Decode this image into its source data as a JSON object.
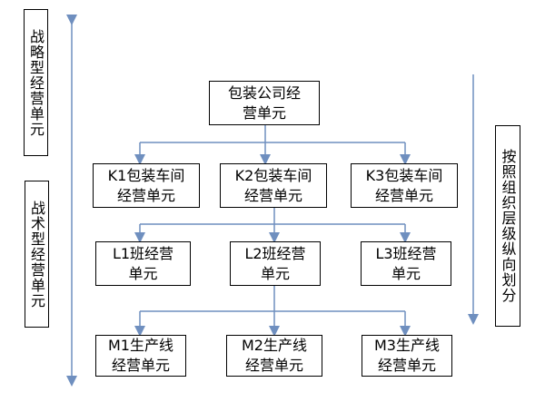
{
  "left_labels": {
    "strategic": "战略型经营单元",
    "tactical": "战术型经营单元"
  },
  "right_label": "按照组织层级纵向划分",
  "colors": {
    "connector": "#6f8fbf",
    "border": "#000000"
  },
  "nodes": {
    "root": {
      "line1": "包装公司经",
      "line2": "营单元"
    },
    "k1": {
      "line1": "K1包装车间",
      "line2": "经营单元"
    },
    "k2": {
      "line1": "K2包装车间",
      "line2": "经营单元"
    },
    "k3": {
      "line1": "K3包装车间",
      "line2": "经营单元"
    },
    "l1": {
      "line1": "L1班经营",
      "line2": "单元"
    },
    "l2": {
      "line1": "L2班经营",
      "line2": "单元"
    },
    "l3": {
      "line1": "L3班经营",
      "line2": "单元"
    },
    "m1": {
      "line1": "M1生产线",
      "line2": "经营单元"
    },
    "m2": {
      "line1": "M2生产线",
      "line2": "经营单元"
    },
    "m3": {
      "line1": "M3生产线",
      "line2": "经营单元"
    }
  }
}
